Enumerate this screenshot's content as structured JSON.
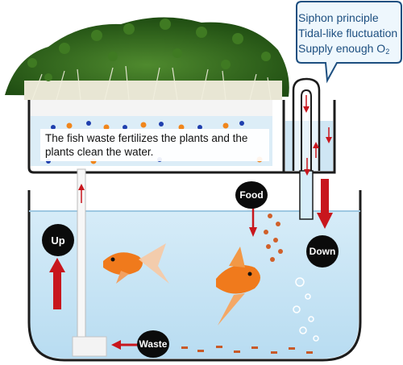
{
  "callout": {
    "line1": "Siphon principle",
    "line2": "Tidal-like fluctuation",
    "line3_main": "Supply enough O",
    "line3_sub": "2"
  },
  "info_text": "The fish waste fertilizes the plants and the plants clean the water.",
  "labels": {
    "food": "Food",
    "up": "Up",
    "down": "Down",
    "waste": "Waste"
  },
  "colors": {
    "water": "#cde6f5",
    "water_light": "#e3f2fb",
    "tank_outline": "#1c1c1c",
    "arrow": "#c8161d",
    "callout_border": "#1d4f80",
    "sprout_green": "#2f6b1e",
    "fish_orange": "#f07a1c"
  }
}
